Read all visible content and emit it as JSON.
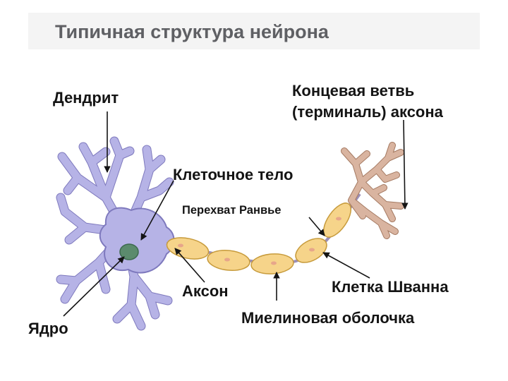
{
  "title": "Типичная структура нейрона",
  "labels": {
    "dendrite": "Дендрит",
    "axon_terminal_line1": "Концевая ветвь",
    "axon_terminal_line2": "(терминаль) аксона",
    "cell_body": "Клеточное тело",
    "node_of_ranvier": "Перехват  Ранвье",
    "nucleus": "Ядро",
    "axon": "Аксон",
    "schwann_cell": "Клетка Шванна",
    "myelin_sheath": "Миелиновая оболочка"
  },
  "colors": {
    "soma": "#b6b3e6",
    "soma_outline": "#7e79bd",
    "nucleus": "#5b8b6d",
    "myelin": "#f6d48a",
    "myelin_outline": "#c79b3c",
    "terminal": "#d9b4a0",
    "terminal_outline": "#a57a62",
    "title": "#5f6064",
    "label": "#141414"
  }
}
